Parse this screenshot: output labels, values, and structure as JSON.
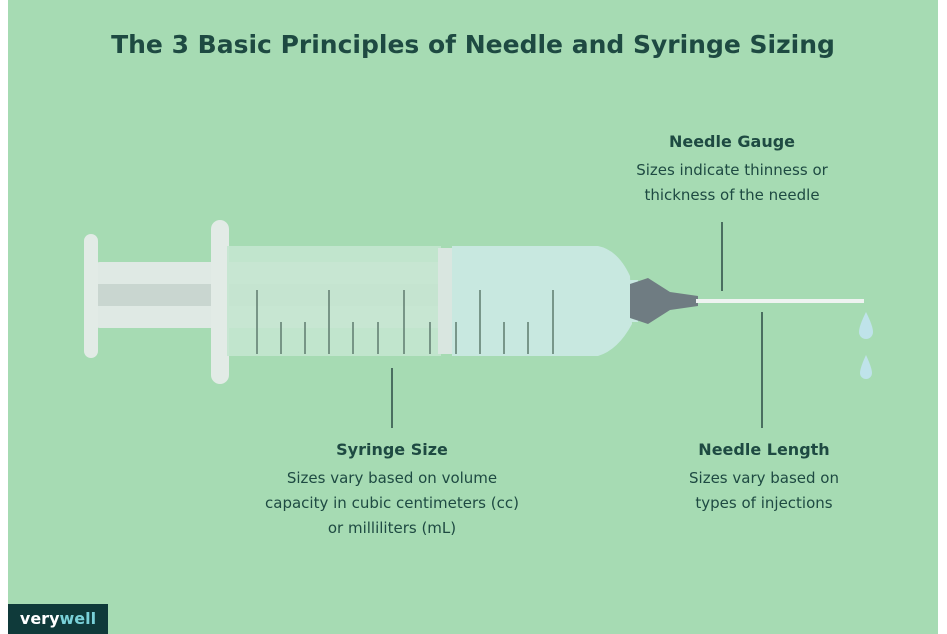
{
  "title": "The 3 Basic Principles of Needle and Syringe Sizing",
  "labels": {
    "needle_gauge": {
      "title": "Needle Gauge",
      "lines": [
        "Sizes indicate thinness or",
        "thickness of the needle"
      ]
    },
    "syringe_size": {
      "title": "Syringe Size",
      "lines": [
        "Sizes vary based on volume",
        "capacity in cubic centimeters (cc)",
        "or milliliters (mL)"
      ]
    },
    "needle_length": {
      "title": "Needle Length",
      "lines": [
        "Sizes vary based on",
        "types of injections"
      ]
    }
  },
  "brand": {
    "part1": "very",
    "part2": "well"
  },
  "colors": {
    "background": "#a6dbb3",
    "text": "#1e4a42",
    "liquid": "#c8e8e0",
    "hub": "#6f7c82",
    "drop": "#bfe3ea"
  }
}
